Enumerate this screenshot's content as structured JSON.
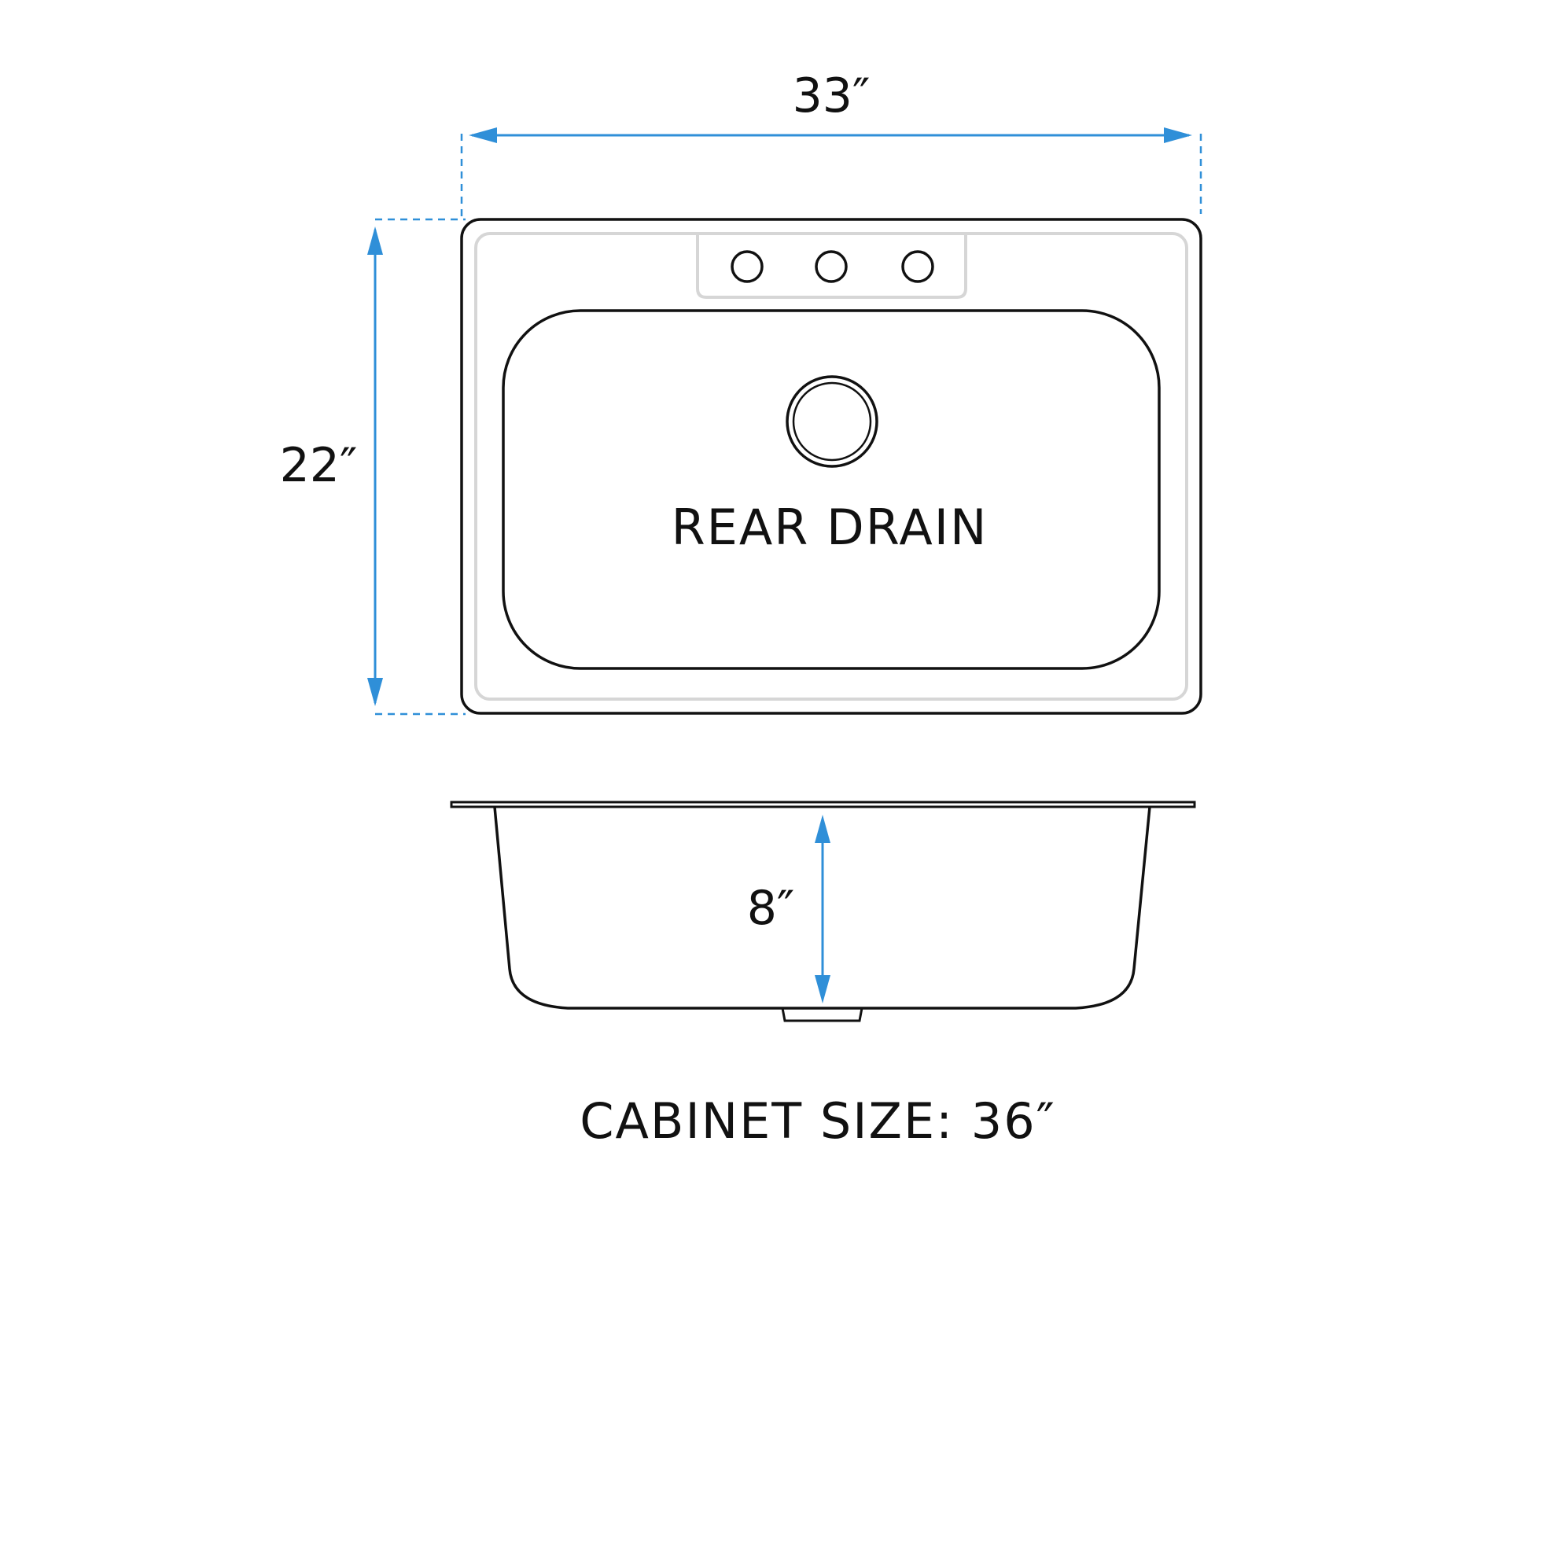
{
  "dimensions": {
    "width_label": "33″",
    "length_label": "22″",
    "depth_label": "8″"
  },
  "labels": {
    "drain": "REAR DRAIN",
    "cabinet": "CABINET SIZE: 36″"
  },
  "faucet_holes": 3,
  "colors": {
    "outline": "#111111",
    "dimension": "#2f8fd8",
    "inner_rim": "#d6d6d6"
  }
}
